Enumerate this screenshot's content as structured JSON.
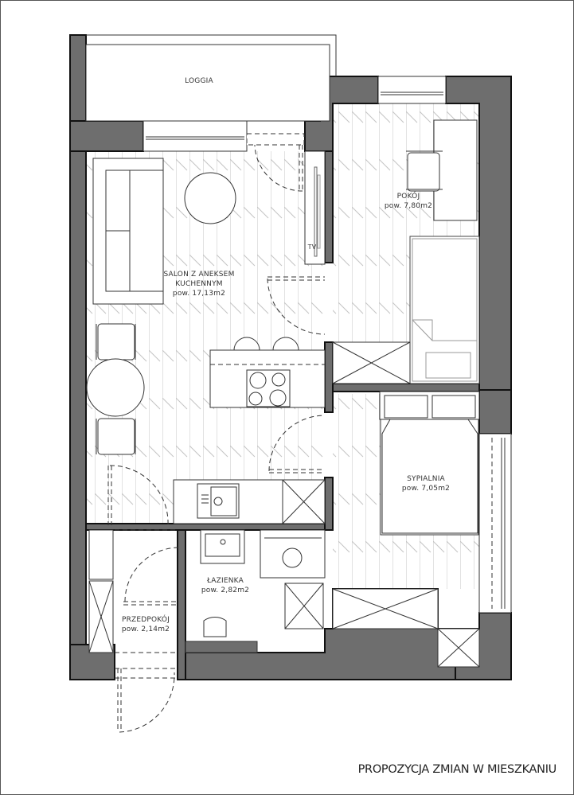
{
  "drawing": {
    "title": "PROPOZYCJA ZMIAN W MIESZKANIU",
    "colors": {
      "wall": "#6e6e6e",
      "wall_outline": "#111111",
      "floor_lines": "#bdbdbd",
      "furniture_line": "#333333",
      "background": "#ffffff"
    }
  },
  "rooms": [
    {
      "id": "loggia",
      "name": "LOGGIA",
      "area": ""
    },
    {
      "id": "salon",
      "name_line1": "SALON Z ANEKSEM",
      "name_line2": "KUCHENNYM",
      "area": "pow. 17,13m2"
    },
    {
      "id": "pokoj",
      "name": "POKÓJ",
      "area": "pow. 7,80m2"
    },
    {
      "id": "sypialnia",
      "name": "SYPIALNIA",
      "area": "pow. 7,05m2"
    },
    {
      "id": "lazienka",
      "name": "ŁAZIENKA",
      "area": "pow. 2,82m2"
    },
    {
      "id": "przedpokoj",
      "name": "PRZEDPOKÓJ",
      "area": "pow. 2,14m2"
    }
  ],
  "annotations": {
    "tv": "TV"
  },
  "furniture": [
    "sofa",
    "coffee-table",
    "tv-unit",
    "dining-table",
    "dining-chairs",
    "kitchen-island",
    "cooktop",
    "bar-stools",
    "kitchen-counter",
    "kitchen-sink",
    "desk",
    "desk-chair",
    "single-bed",
    "double-bed",
    "wardrobes",
    "bathroom-sink",
    "washing-machine",
    "shower",
    "toilet",
    "hall-wardrobe"
  ]
}
